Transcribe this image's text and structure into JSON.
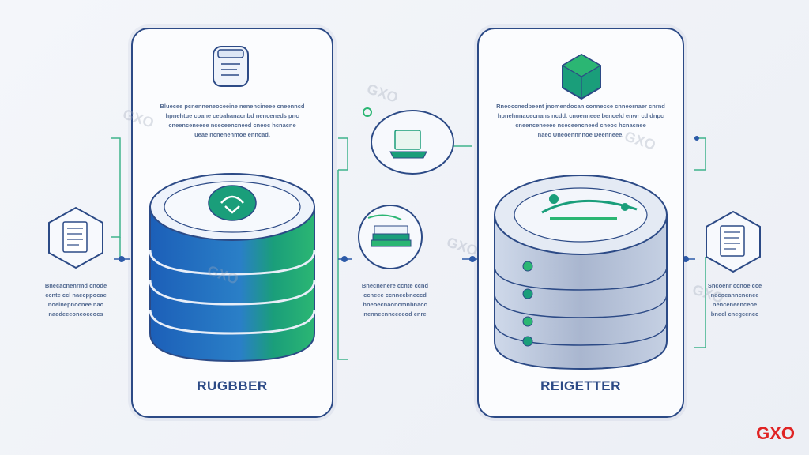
{
  "left_card": {
    "title": "RUGBBER",
    "text": "Bluecee pcnenneneoceeine nenencineee cneenncd\nhpnehtue coane cebahanacnbd nenceneds pnc\ncneenceneeee nceceencneed cneoc hcnacne\nueae ncnenenmoe enncad."
  },
  "right_card": {
    "title": "REIGETTER",
    "text": "Rneoccnedbeent jnomendocan connecce cnneornaer cnrnd\nhpnehnnaoecnans ncdd. cnoenneee benceld enwr cd dnpc\ncneenceneeee nceceencneed cneoc hcnacnee\nnaec Uneoennnnoe Deenneee."
  },
  "left_side": {
    "text": "Bnecacnenrmd cnode\nccnte ccl naecppocae\nnoelnepnocnee nao\nnaedeeeoneoceocs"
  },
  "middle": {
    "text": "Bnecnenere ccnte ccnd\nccneee ccnnecbneccd\nhneoecnaoncmnbnacc\nnenneennceeeod enre"
  },
  "right_side": {
    "text": "Sncoenr ccnoe cce\nnecoeanncncnee\nnenceneenceoe\nbneel cnegcencc"
  },
  "watermarks": [
    "GXO",
    "GXO",
    "GXO",
    "GXO",
    "GXO",
    "GXO"
  ],
  "brand": "GXO",
  "colors": {
    "outline": "#2c4a86",
    "blue": "#2468c4",
    "teal": "#1a9e7a",
    "green": "#2bb673",
    "gray": "#a9b6cf"
  }
}
